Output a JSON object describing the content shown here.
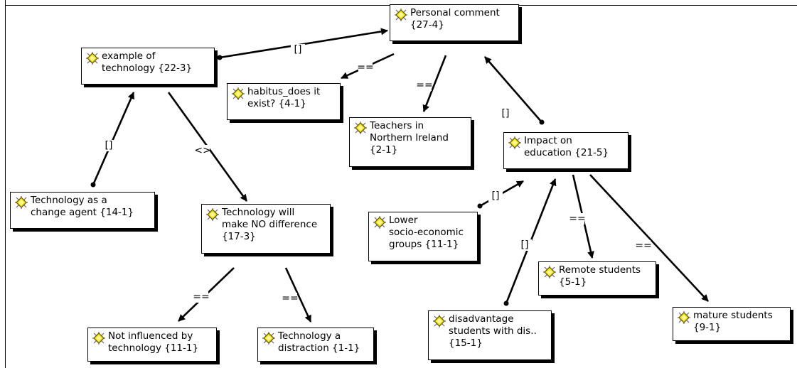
{
  "diagram": {
    "nodes": [
      {
        "id": "personal",
        "label": "Personal comment\n{27-4}"
      },
      {
        "id": "example",
        "label": "example of\ntechnology {22-3}"
      },
      {
        "id": "habitus",
        "label": "habitus_does it\nexist? {4-1}"
      },
      {
        "id": "teachers",
        "label": "Teachers in\nNorthern Ireland\n{2-1}"
      },
      {
        "id": "impact",
        "label": "Impact on\neducation {21-5}"
      },
      {
        "id": "change",
        "label": "Technology as a\nchange agent {14-1}"
      },
      {
        "id": "nodiff",
        "label": "Technology will\nmake NO difference\n{17-3}"
      },
      {
        "id": "lower",
        "label": "Lower\nsocio-economic\ngroups {11-1}"
      },
      {
        "id": "remote",
        "label": "Remote students\n{5-1}"
      },
      {
        "id": "mature",
        "label": "mature students\n{9-1}"
      },
      {
        "id": "disadv",
        "label": "disadvantage\nstudents with dis..\n{15-1}"
      },
      {
        "id": "notinf",
        "label": "Not influenced by\ntechnology {11-1}"
      },
      {
        "id": "distract",
        "label": "Technology a\ndistraction {1-1}"
      }
    ],
    "edges": [
      {
        "from": "example",
        "to": "personal",
        "label": "[]"
      },
      {
        "from": "personal",
        "to": "habitus",
        "label": "=="
      },
      {
        "from": "personal",
        "to": "teachers",
        "label": "=="
      },
      {
        "from": "impact",
        "to": "personal",
        "label": "[]"
      },
      {
        "from": "change",
        "to": "example",
        "label": "[]"
      },
      {
        "from": "example",
        "to": "nodiff",
        "label": "<>"
      },
      {
        "from": "nodiff",
        "to": "notinf",
        "label": "=="
      },
      {
        "from": "nodiff",
        "to": "distract",
        "label": "=="
      },
      {
        "from": "lower",
        "to": "impact",
        "label": "[]"
      },
      {
        "from": "disadv",
        "to": "impact",
        "label": "[]"
      },
      {
        "from": "impact",
        "to": "remote",
        "label": "=="
      },
      {
        "from": "impact",
        "to": "mature",
        "label": "=="
      }
    ]
  }
}
